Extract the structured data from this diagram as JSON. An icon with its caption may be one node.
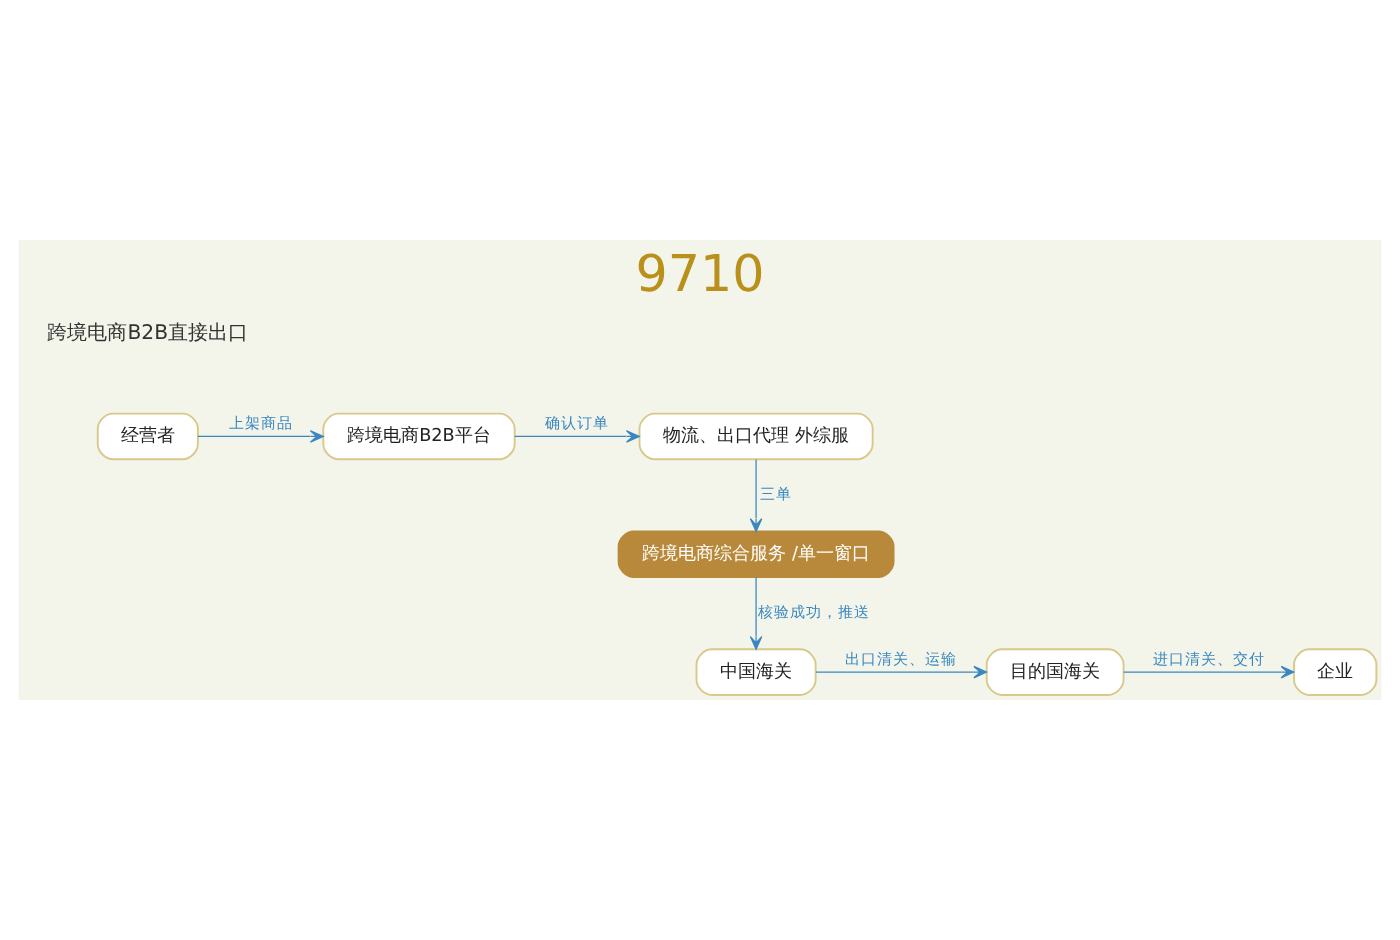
{
  "diagram": {
    "title": "9710",
    "nodes": [
      {
        "text": [
          "经营者"
        ]
      },
      {
        "text": [
          "跨境电商B2B平台"
        ]
      },
      {
        "text": [
          "物流、出口代理 外综服"
        ]
      },
      {
        "text": [
          "跨境电商综合服务 /单一窗口"
        ]
      },
      {
        "text": [
          "中国海关"
        ]
      },
      {
        "text": [
          "目的国海关"
        ]
      },
      {
        "text": [
          "企业"
        ]
      }
    ],
    "edges": [
      {
        "from": 0,
        "to": 1,
        "arrow": "to",
        "label": "上架商品"
      },
      {
        "from": 1,
        "to": 2,
        "arrow": "to",
        "label": "确认订单"
      },
      {
        "from": 2,
        "to": 3,
        "arrow": "to",
        "label": "三单"
      },
      {
        "from": 3,
        "to": 4,
        "arrow": "to",
        "label": "核验成功，推送"
      },
      {
        "from": 4,
        "to": 5,
        "arrow": "to",
        "label": "出口清关、运输"
      },
      {
        "from": 5,
        "to": 6,
        "arrow": "to",
        "label": "进口清关、交付"
      }
    ],
    "labels": [
      "跨境电商B2B直接出口"
    ]
  }
}
